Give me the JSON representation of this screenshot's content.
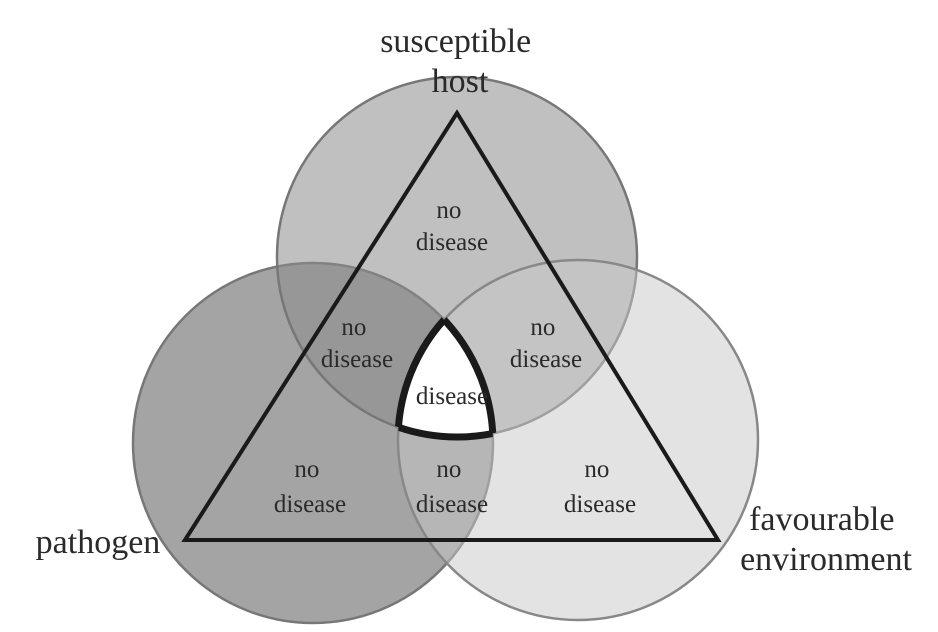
{
  "vertices": {
    "host": [
      "susceptible",
      "host"
    ],
    "pathogen": [
      "pathogen"
    ],
    "environment": [
      "favourable",
      "environment"
    ]
  },
  "regions": {
    "host_only": [
      "no",
      "disease"
    ],
    "host_pathogen": [
      "no",
      "disease"
    ],
    "host_environment": [
      "no",
      "disease"
    ],
    "center": [
      "disease"
    ],
    "pathogen_only": [
      "no",
      "disease"
    ],
    "pathogen_environment": [
      "no",
      "disease"
    ],
    "environment_only": [
      "no",
      "disease"
    ]
  },
  "colors": {
    "host_circle": "#8c8c8c",
    "pathogen_circle": "#5a5a5a",
    "environment_circle": "#c8c8c8",
    "outline": "#1a1a1a",
    "center_fill": "#ffffff"
  }
}
